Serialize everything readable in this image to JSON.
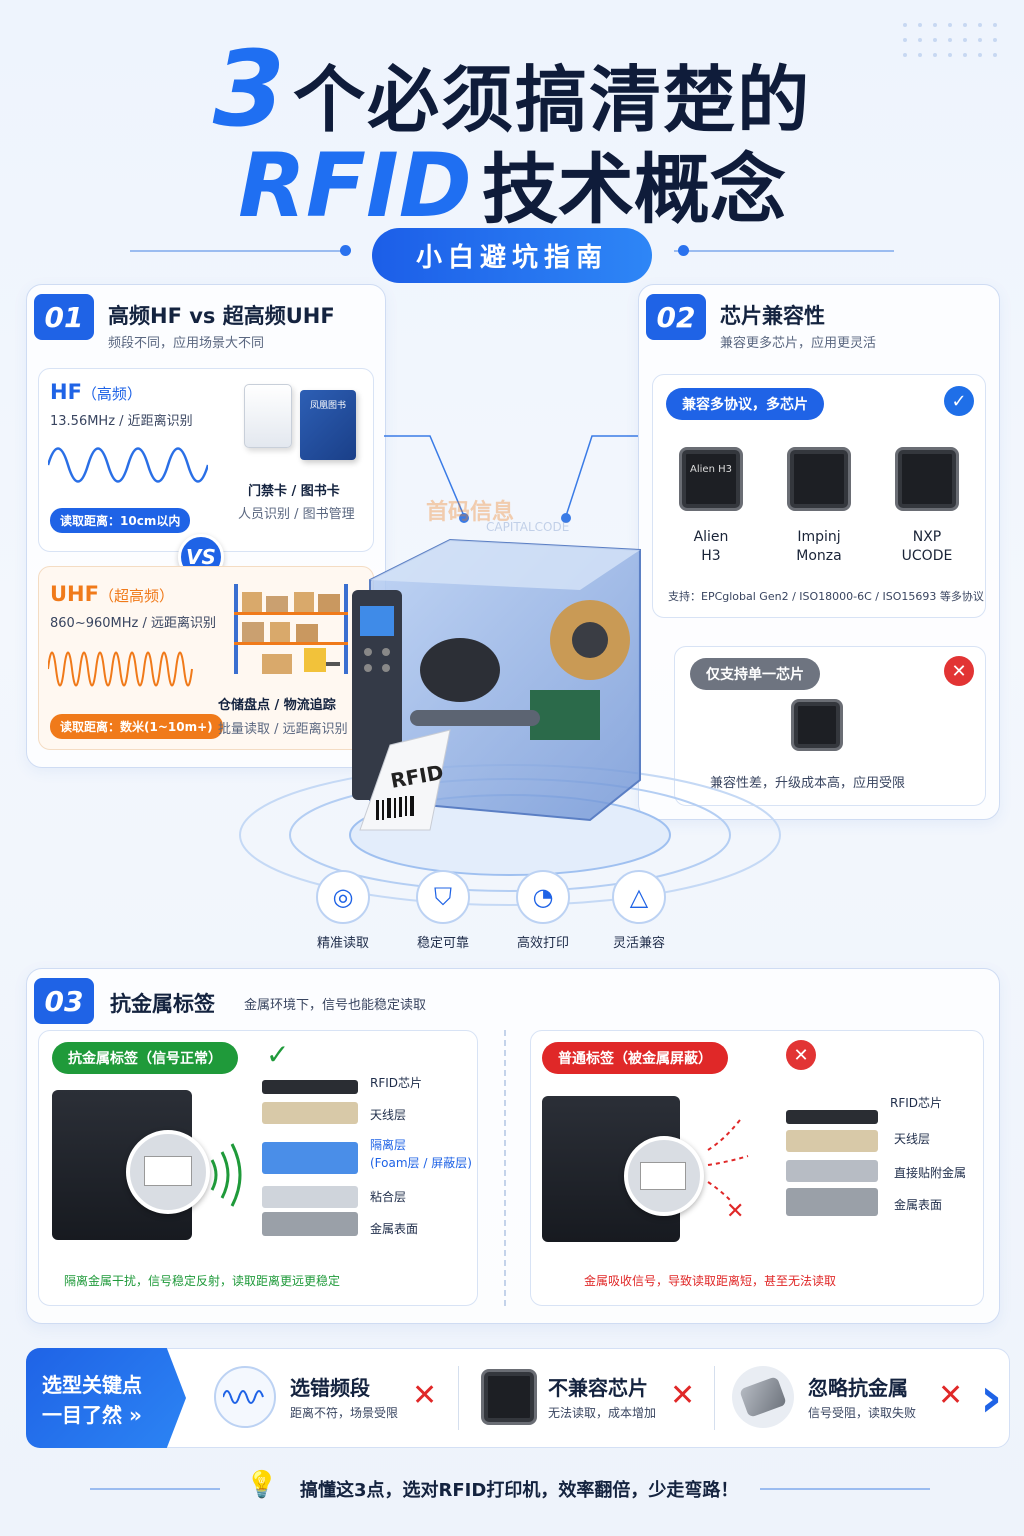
{
  "header": {
    "title_num": "3",
    "title_line1": "个必须搞清楚的",
    "title_rfid": "RFID",
    "title_line2": "技术概念",
    "subtitle": "小白避坑指南"
  },
  "sec1": {
    "num": "01",
    "title": "高频HF vs 超高频UHF",
    "desc": "频段不同，应用场景大不同",
    "hf": {
      "name": "HF",
      "name_cn": "（高频）",
      "freq": "13.56MHz / 近距离识别",
      "range": "读取距离：10cm以内",
      "app": "门禁卡 / 图书卡",
      "use": "人员识别 / 图书管理",
      "book_label": "凤凰图书"
    },
    "vs": "VS",
    "uhf": {
      "name": "UHF",
      "name_cn": "（超高频）",
      "freq": "860~960MHz / 远距离识别",
      "range": "读取距离：数米(1~10m+)",
      "app": "仓储盘点 / 物流追踪",
      "use": "批量读取 / 远距离识别"
    }
  },
  "sec2": {
    "num": "02",
    "title": "芯片兼容性",
    "desc": "兼容更多芯片，应用更灵活",
    "good": {
      "label": "兼容多协议，多芯片",
      "chip_text": "Alien H3",
      "chips": [
        {
          "l1": "Alien",
          "l2": "H3"
        },
        {
          "l1": "Impinj",
          "l2": "Monza"
        },
        {
          "l1": "NXP",
          "l2": "UCODE"
        }
      ],
      "support": "支持：EPCglobal Gen2 / ISO18000-6C / ISO15693 等多协议"
    },
    "bad": {
      "label": "仅支持单一芯片",
      "note": "兼容性差，升级成本高，应用受限"
    }
  },
  "center": {
    "watermark_cn": "首码信息",
    "watermark_en": "CAPITALCODE",
    "label": "RFID"
  },
  "features": [
    {
      "icon": "target-icon",
      "label": "精准读取"
    },
    {
      "icon": "shield-icon",
      "label": "稳定可靠"
    },
    {
      "icon": "gauge-icon",
      "label": "高效打印"
    },
    {
      "icon": "network-icon",
      "label": "灵活兼容"
    }
  ],
  "sec3": {
    "num": "03",
    "title": "抗金属标签",
    "desc": "金属环境下，信号也能稳定读取",
    "good": {
      "label": "抗金属标签（信号正常）",
      "layers": [
        "RFID芯片",
        "天线层",
        "隔离层",
        "(Foam层 / 屏蔽层)",
        "粘合层",
        "金属表面"
      ],
      "note": "隔离金属干扰，信号稳定反射，读取距离更远更稳定"
    },
    "bad": {
      "label": "普通标签（被金属屏蔽）",
      "layers": [
        "RFID芯片",
        "天线层",
        "直接贴附金属",
        "金属表面"
      ],
      "note": "金属吸收信号，导致读取距离短，甚至无法读取"
    }
  },
  "bottom": {
    "key_l1": "选型关键点",
    "key_l2": "一目了然 »",
    "items": [
      {
        "title": "选错频段",
        "desc": "距离不符，场景受限"
      },
      {
        "title": "不兼容芯片",
        "desc": "无法读取，成本增加"
      },
      {
        "title": "忽略抗金属",
        "desc": "信号受阻，读取失败"
      }
    ],
    "tip": "搞懂这3点，选对RFID打印机，效率翻倍，少走弯路！"
  },
  "colors": {
    "accent": "#1f63e6",
    "orange": "#f07a1a",
    "green": "#1f9a3a",
    "red": "#e02828"
  }
}
